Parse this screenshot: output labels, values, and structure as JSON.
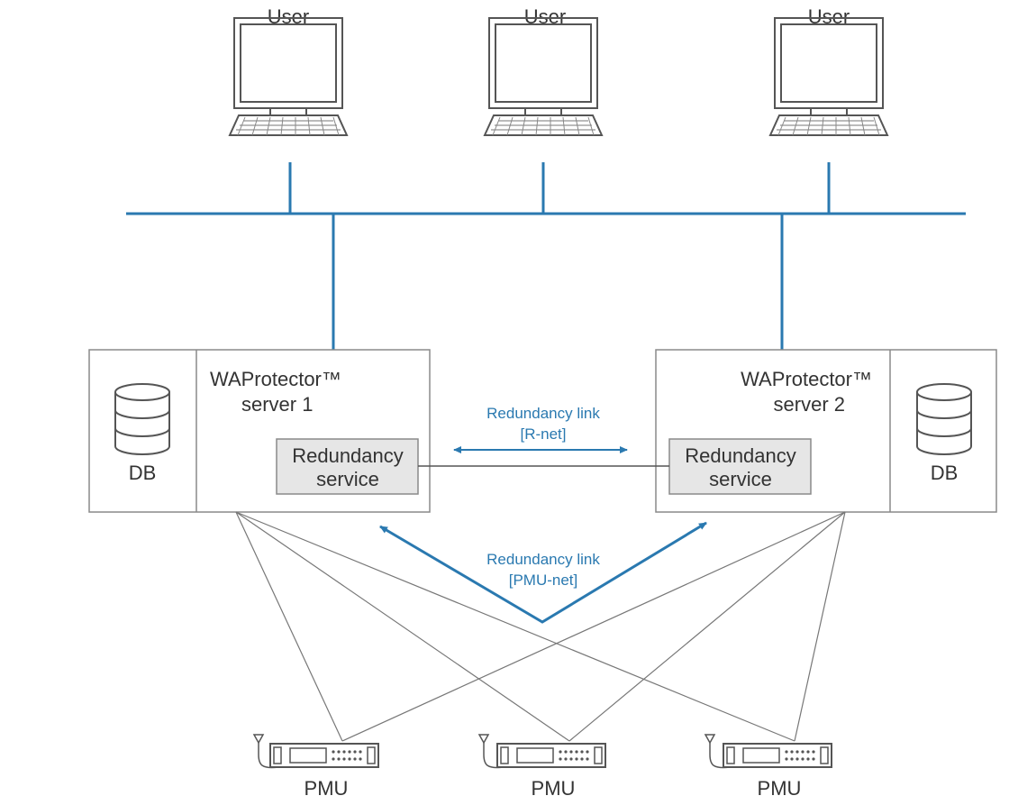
{
  "colors": {
    "network_line": "#2a79b0",
    "redundancy_text": "#2a79b0",
    "box_stroke": "#8a8a8a",
    "service_fill": "#e6e6e6",
    "text": "#333333"
  },
  "users": [
    {
      "label": "User"
    },
    {
      "label": "User"
    },
    {
      "label": "User"
    }
  ],
  "servers": [
    {
      "name_line1": "WAProtector™",
      "name_line2": "server 1",
      "service_line1": "Redundancy",
      "service_line2": "service",
      "db_label": "DB"
    },
    {
      "name_line1": "WAProtector™",
      "name_line2": "server 2",
      "service_line1": "Redundancy",
      "service_line2": "service",
      "db_label": "DB"
    }
  ],
  "links": {
    "r_net": {
      "line1": "Redundancy link",
      "line2": "[R-net]"
    },
    "pmu_net": {
      "line1": "Redundancy link",
      "line2": "[PMU-net]"
    }
  },
  "pmus": [
    {
      "label": "PMU"
    },
    {
      "label": "PMU"
    },
    {
      "label": "PMU"
    }
  ],
  "icons": [
    "computer-icon",
    "database-icon",
    "pmu-device-icon",
    "antenna-icon"
  ]
}
